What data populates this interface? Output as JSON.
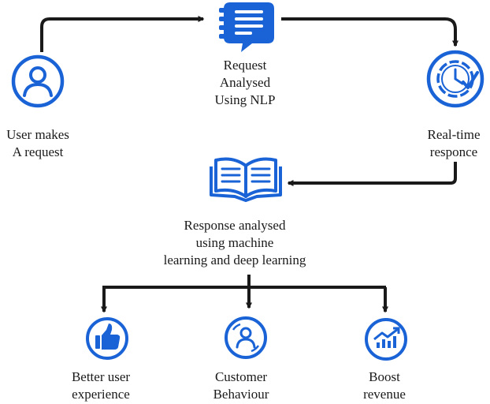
{
  "colors": {
    "primary": "#1a63d6",
    "ink": "#1a1a1a",
    "background": "#ffffff"
  },
  "nodes": {
    "user": {
      "icon": "user-icon",
      "lines": [
        "User makes",
        "A request"
      ]
    },
    "nlp": {
      "icon": "chat-bubble-icon",
      "lines": [
        "Request",
        "Analysed",
        "Using NLP"
      ]
    },
    "realtime": {
      "icon": "clock-check-icon",
      "lines": [
        "Real-time",
        "responce"
      ]
    },
    "ml": {
      "icon": "open-book-icon",
      "lines": [
        "Response analysed",
        "using machine",
        "learning and deep learning"
      ]
    },
    "ux": {
      "icon": "thumbs-up-icon",
      "lines": [
        "Better user",
        "experience"
      ]
    },
    "behaviour": {
      "icon": "customer-cycle-icon",
      "lines": [
        "Customer",
        "Behaviour"
      ]
    },
    "revenue": {
      "icon": "growth-chart-icon",
      "lines": [
        "Boost",
        "revenue"
      ]
    }
  }
}
